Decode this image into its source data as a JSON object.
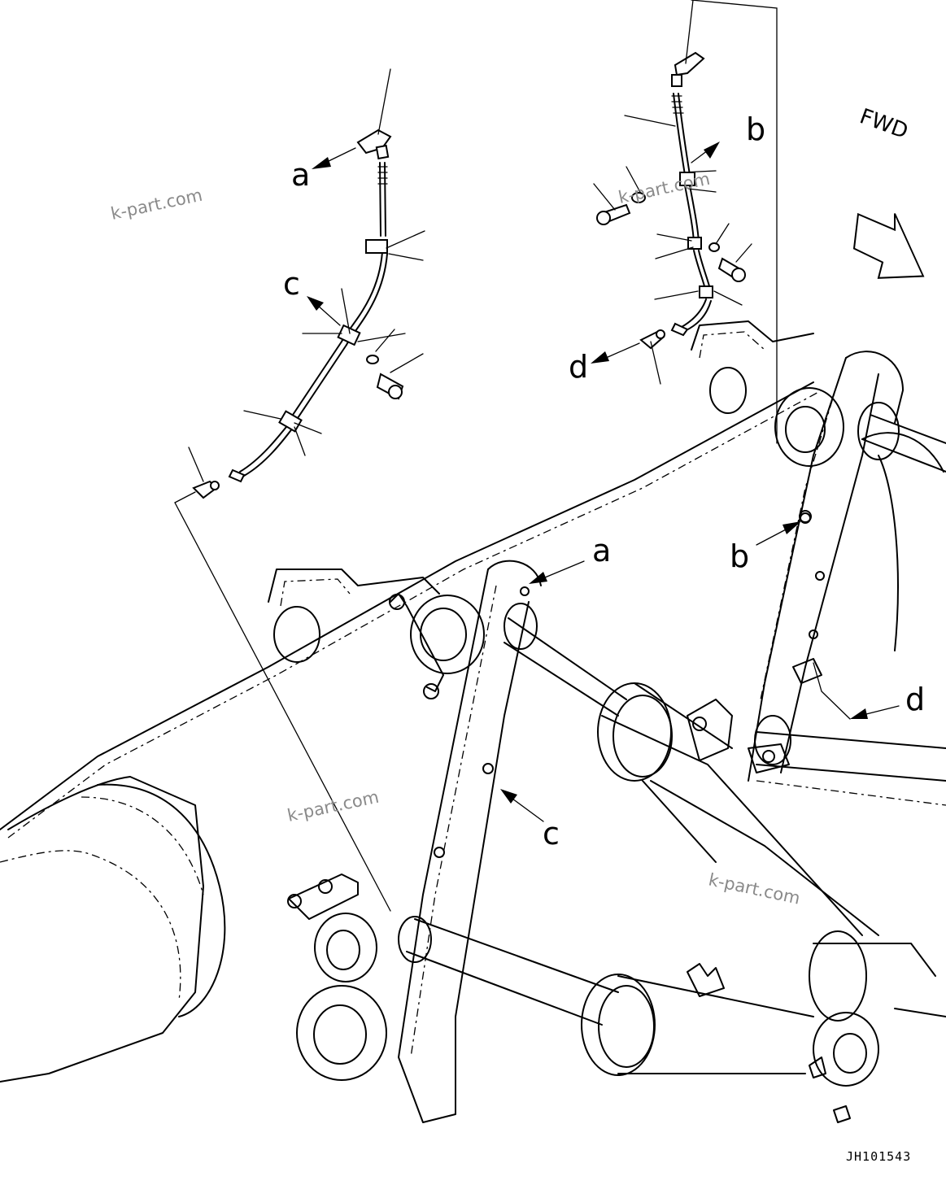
{
  "labels": {
    "a_top": "a",
    "b_top": "b",
    "c_top": "c",
    "d_top": "d",
    "a_main": "a",
    "b_main": "b",
    "c_main": "c",
    "d_main": "d"
  },
  "fwd_label": "FWD",
  "watermarks": [
    "k-part.com",
    "k-part.com",
    "k-part.com",
    "k-part.com"
  ],
  "drawing_code": "JH101543"
}
